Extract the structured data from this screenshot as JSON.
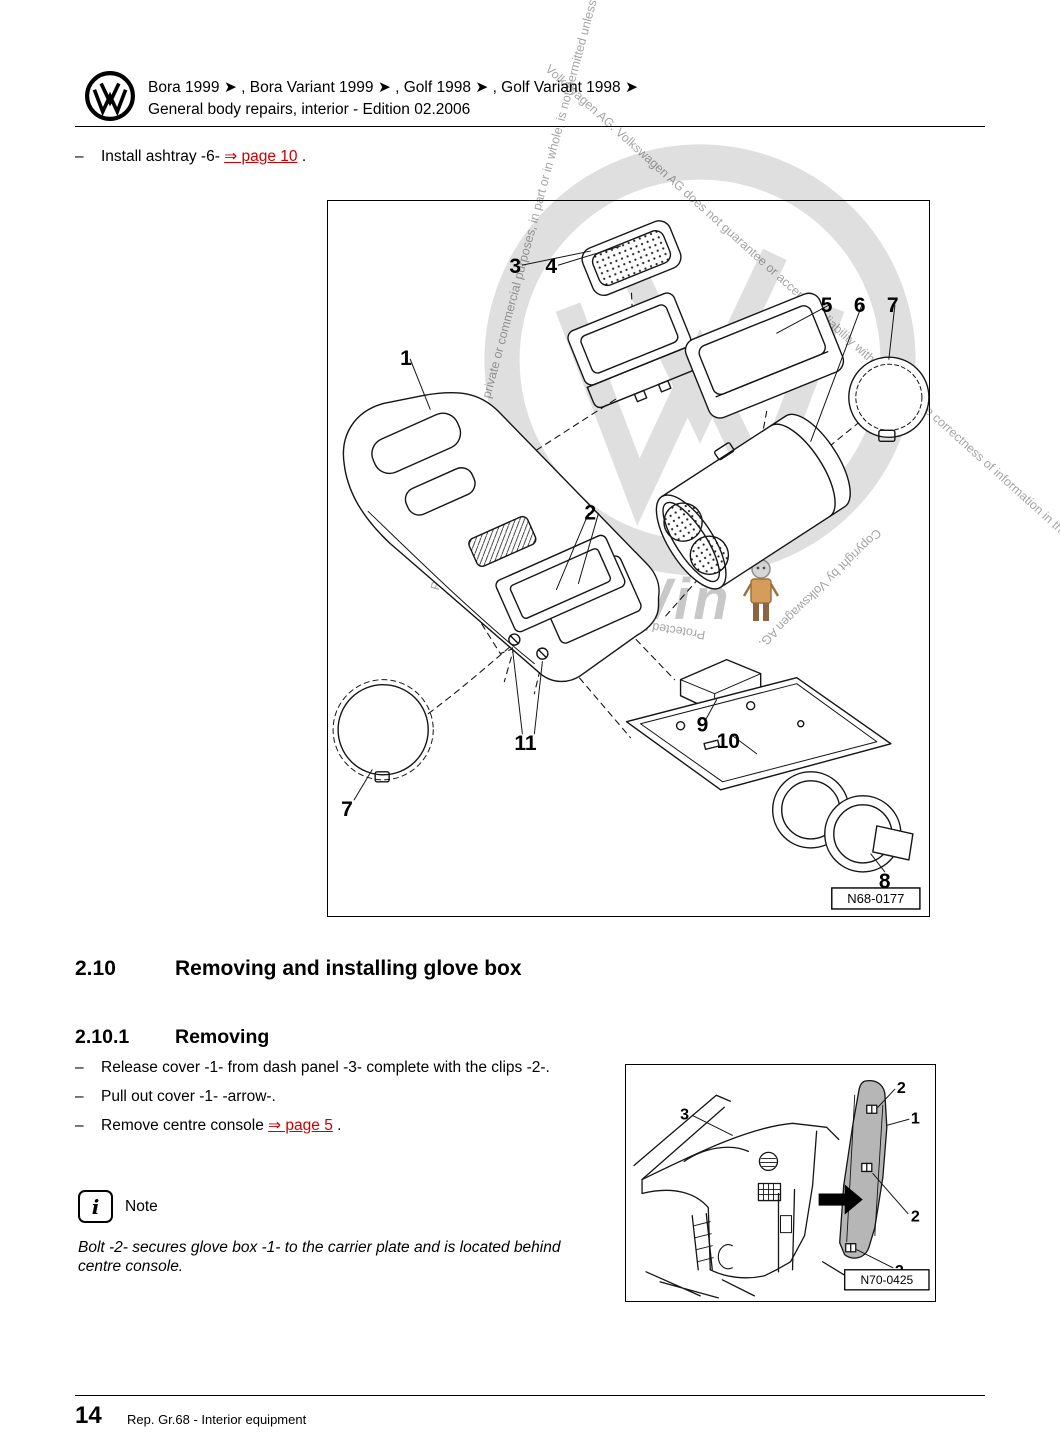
{
  "header": {
    "models": "Bora 1999 ➤ , Bora Variant 1999 ➤ , Golf 1998 ➤ , Golf Variant 1998 ➤",
    "edition": "General body repairs, interior - Edition 02.2006"
  },
  "watermarks": {
    "diagonal_right": "Volkswagen AG. Volkswagen AG does not guarantee or accept any liability with respect to the correctness of information in this document. Copyright by Volkswagen AG.",
    "diagonal_left": "Protected by copyright. Copying for private or commercial purposes, in part or in whole, is not permitted unless authorised by",
    "bottom_left": "Protected by copyright.",
    "bottom_right": "Copyright by Volkswagen AG.",
    "erwin": "erWin"
  },
  "intro": {
    "bullet": "–",
    "text": "Install ashtray -6- ",
    "link": "⇒ page 10",
    "suffix": " ."
  },
  "figure1": {
    "id_label": "N68-0177",
    "callouts": [
      "3",
      "4",
      "5",
      "6",
      "7",
      "1",
      "2",
      "9",
      "10",
      "11",
      "7",
      "8"
    ]
  },
  "section_2_10": {
    "number": "2.10",
    "title": "Removing and installing glove box"
  },
  "section_2_10_1": {
    "number": "2.10.1",
    "title": "Removing"
  },
  "steps": [
    {
      "bullet": "–",
      "text": "Release cover -1- from dash panel -3- complete with the clips -2-."
    },
    {
      "bullet": "–",
      "text": "Pull out cover -1- -arrow-."
    },
    {
      "bullet": "–",
      "text": "Remove centre console ",
      "link": "⇒ page 5",
      "suffix": " ."
    }
  ],
  "note": {
    "icon": "i",
    "label": "Note",
    "body": "Bolt -2- secures glove box -1- to the carrier plate and is located behind centre console."
  },
  "figure2": {
    "id_label": "N70-0425",
    "callouts": [
      "2",
      "1",
      "3",
      "2",
      "2"
    ]
  },
  "footer": {
    "page_number": "14",
    "label": "Rep. Gr.68 - Interior equipment"
  }
}
